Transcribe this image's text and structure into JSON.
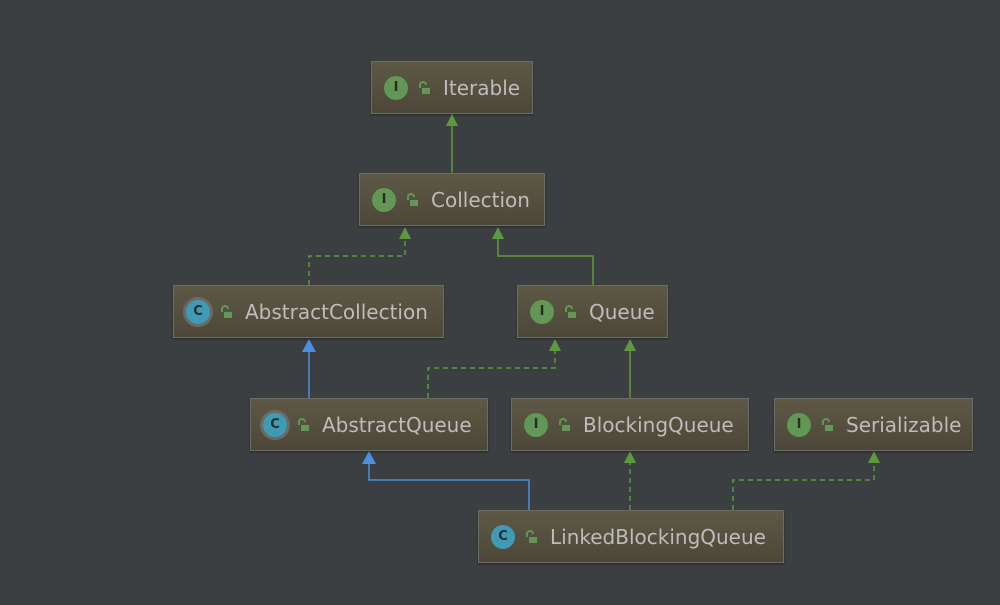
{
  "colors": {
    "background": "#3c3f41",
    "interface": "#629755",
    "class": "#3e9bb3",
    "realization": "#5c9a3c",
    "inheritance": "#4a8fe0"
  },
  "nodes": {
    "iterable": {
      "label": "Iterable",
      "kind": "I"
    },
    "collection": {
      "label": "Collection",
      "kind": "I"
    },
    "abstract_collection": {
      "label": "AbstractCollection",
      "kind": "C"
    },
    "queue": {
      "label": "Queue",
      "kind": "I"
    },
    "abstract_queue": {
      "label": "AbstractQueue",
      "kind": "C"
    },
    "blocking_queue": {
      "label": "BlockingQueue",
      "kind": "I"
    },
    "serializable": {
      "label": "Serializable",
      "kind": "I"
    },
    "linked_blocking_queue": {
      "label": "LinkedBlockingQueue",
      "kind": "C"
    }
  }
}
